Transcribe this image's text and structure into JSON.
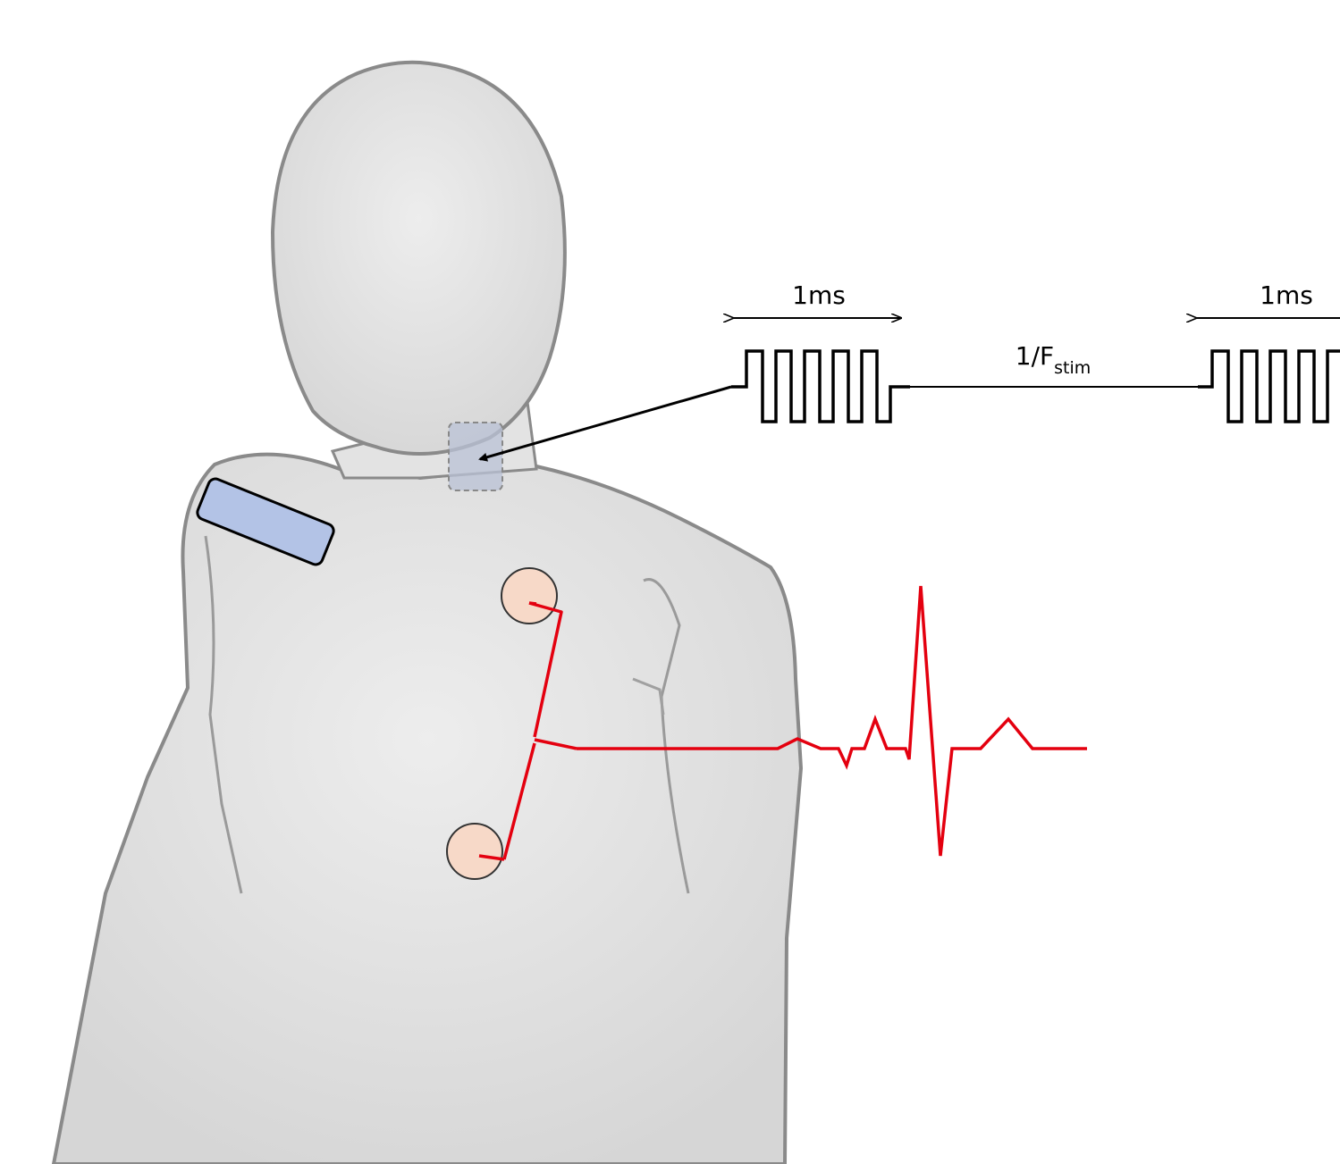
{
  "labels": {
    "pulse_width_left": "1ms",
    "pulse_width_right": "1ms",
    "period_main": "1/F",
    "period_sub": "stim"
  },
  "colors": {
    "background": "#ffffff",
    "body_fill": "#e2e2e2",
    "body_outline": "#8a8a8a",
    "shoulder_electrode": "#b3c3e6",
    "neck_electrode": "#b9c2d6",
    "ecg_electrode": "#f7d9c8",
    "ecg_trace": "#e4000f",
    "pulse_train": "#000000"
  },
  "icons": {
    "mannequin": "human-torso-mannequin",
    "shoulder_electrode": "rectangular-stimulation-electrode",
    "neck_electrode": "neck-stimulation-electrode",
    "ecg_electrodes": "round-ecg-electrode",
    "ecg_waveform": "ecg-heartbeat-trace",
    "pulse_train": "burst-pulse-train"
  }
}
